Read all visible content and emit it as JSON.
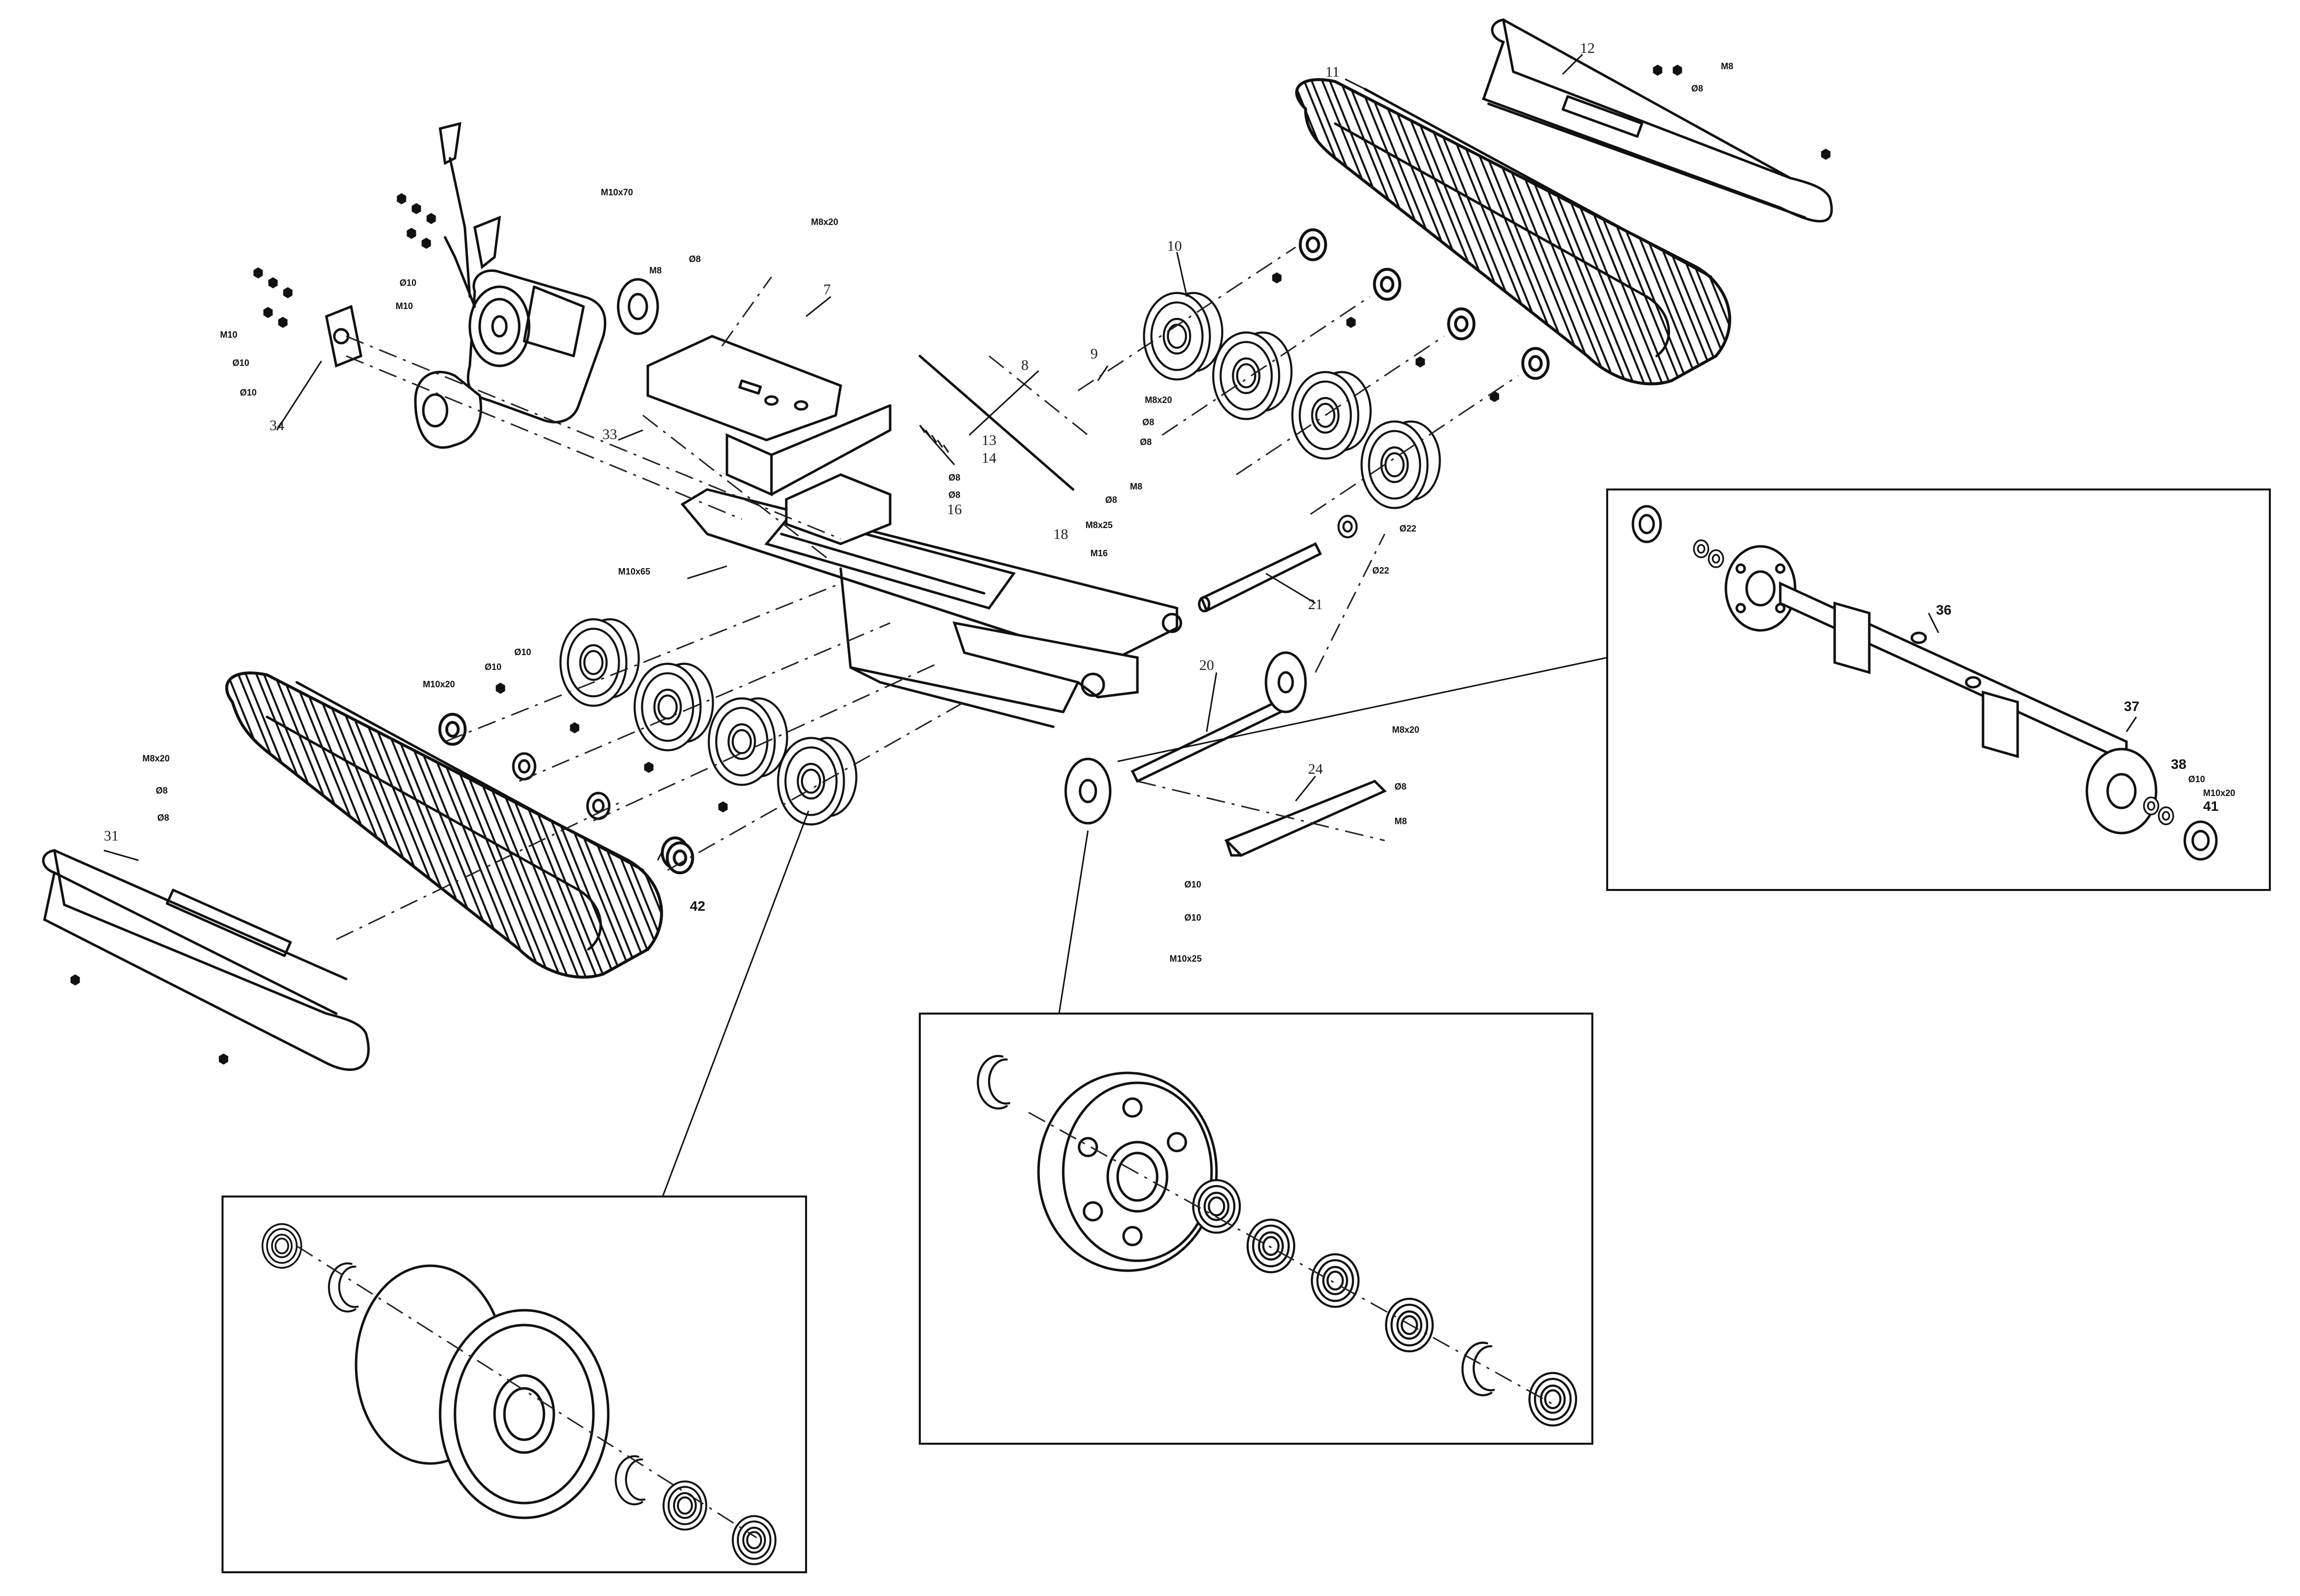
{
  "callouts": {
    "c7": "7",
    "c8": "8",
    "c9": "9",
    "c10": "10",
    "c11": "11",
    "c12": "12",
    "c13": "13",
    "c14": "14",
    "c16": "16",
    "c18": "18",
    "c20": "20",
    "c21": "21",
    "c24": "24",
    "c31": "31",
    "c33": "33",
    "c34": "34",
    "c36": "36",
    "c37": "37",
    "c38": "38",
    "c41": "41",
    "c42": "42"
  },
  "fasteners": {
    "m8_top": "M8",
    "o8_top": "Ø8",
    "m10x70": "M10x70",
    "m8x20_a": "M8x20",
    "m8_b": "M8",
    "o8_b": "Ø8",
    "o10_a": "Ø10",
    "m10_a": "M10",
    "m10_b": "M10",
    "o10_b": "Ø10",
    "o10_c": "Ø10",
    "m8x20_b": "M8x20",
    "o8_c": "Ø8",
    "o8_d": "Ø8",
    "m8_c": "M8",
    "o8_e": "Ø8",
    "o8_f": "Ø8",
    "o8_g": "Ø8",
    "m8x25": "M8x25",
    "m16": "M16",
    "m10x65": "M10x65",
    "o22_a": "Ø22",
    "o22_b": "Ø22",
    "m10x20_a": "M10x20",
    "o10_d": "Ø10",
    "o10_e": "Ø10",
    "m8x20_c": "M8x20",
    "o8_h": "Ø8",
    "o8_i": "Ø8",
    "m8x20_d": "M8x20",
    "o8_j": "Ø8",
    "m8_d": "M8",
    "o10_f": "Ø10",
    "o10_g": "Ø10",
    "m10x25": "M10x25",
    "o10_h": "Ø10",
    "m10x20_b": "M10x20"
  }
}
